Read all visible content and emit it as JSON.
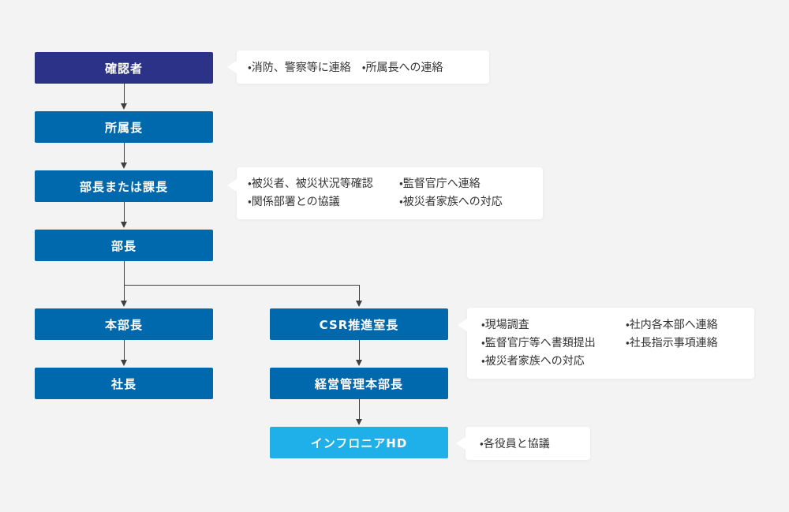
{
  "diagram": {
    "title_hint": "emergency-reporting-flowchart",
    "colors": {
      "background": "#f3f3f3",
      "node_navy": "#2b3288",
      "node_blue": "#0069ae",
      "node_lightblue": "#1fb0e9",
      "node_text": "#ffffff",
      "connector": "#3f3f3f",
      "note_bg": "#ffffff",
      "note_text": "#333333"
    },
    "nodes": {
      "confirmer": "確認者",
      "section_chief": "所属長",
      "dept_or_section_manager": "部長または課長",
      "dept_manager": "部長",
      "division_head": "本部長",
      "president": "社長",
      "csr_office_head": "CSR推進室長",
      "admin_division_head": "経営管理本部長",
      "infroneer_hd": "インフロニアHD"
    },
    "notes": {
      "confirmer": {
        "items": [
          "・消防、警察等に連絡",
          "・所属長への連絡"
        ]
      },
      "dept_or_section_manager": {
        "col1": [
          "・被災者、被災状況等確認",
          "・関係部署との協議"
        ],
        "col2": [
          "・監督官庁へ連絡",
          "・被災者家族への対応"
        ]
      },
      "csr_office_head": {
        "col1": [
          "・現場調査",
          "・監督官庁等へ書類提出",
          "・被災者家族への対応"
        ],
        "col2": [
          "・社内各本部へ連絡",
          "・社長指示事項連絡"
        ]
      },
      "infroneer_hd": {
        "items": [
          "・各役員と協議"
        ]
      }
    }
  }
}
